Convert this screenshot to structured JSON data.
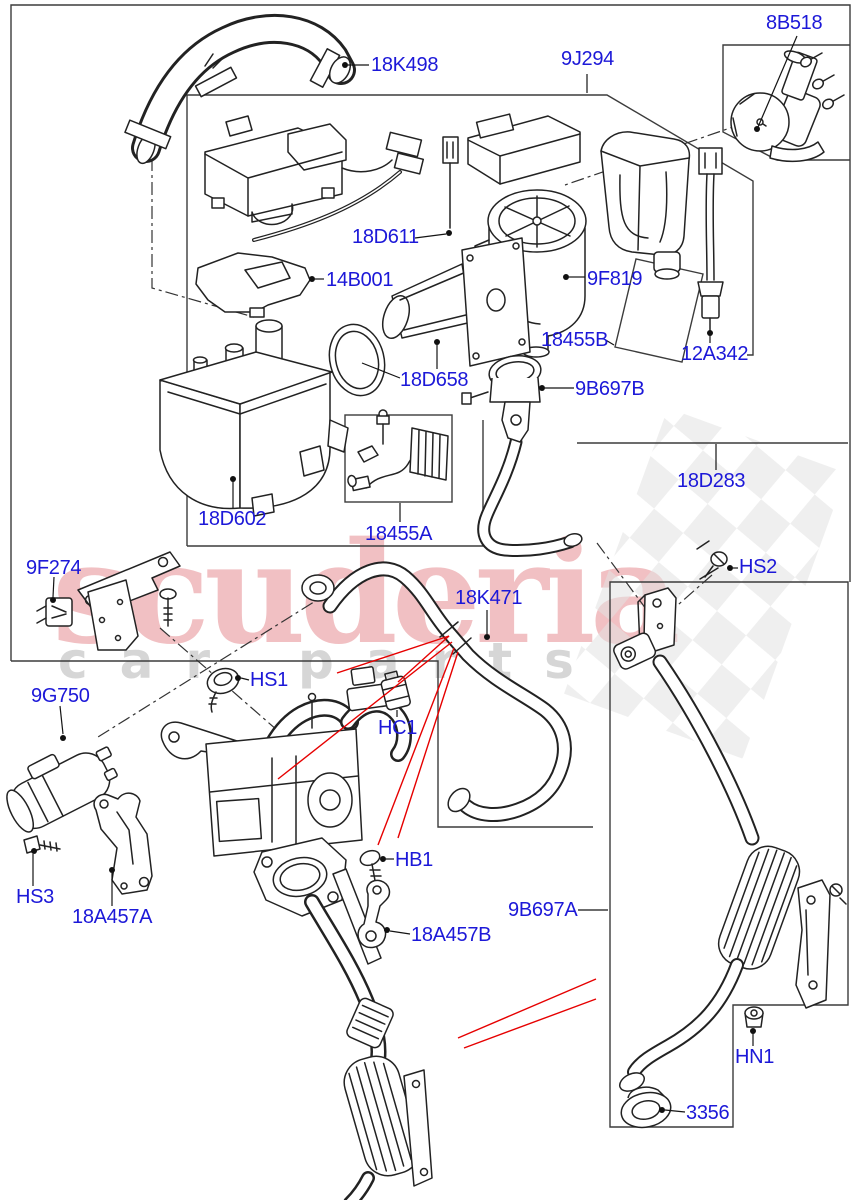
{
  "watermark": {
    "brand": "scuderia",
    "sub1": "car",
    "sub2": "parts"
  },
  "colors": {
    "label_blue": "#1c18d8",
    "line_black": "#222222",
    "locator_red": "#e60000",
    "watermark_pink": "#d7444c",
    "watermark_gray": "#d6d6d6",
    "checker_gray": "#e2e2e2"
  },
  "labels": [
    {
      "id": "18K498",
      "text": "18K498"
    },
    {
      "id": "9J294",
      "text": "9J294"
    },
    {
      "id": "8B518",
      "text": "8B518"
    },
    {
      "id": "18D611",
      "text": "18D611"
    },
    {
      "id": "14B001",
      "text": "14B001"
    },
    {
      "id": "9F819",
      "text": "9F819"
    },
    {
      "id": "18455B",
      "text": "18455B"
    },
    {
      "id": "12A342",
      "text": "12A342"
    },
    {
      "id": "18D658",
      "text": "18D658"
    },
    {
      "id": "9B697B",
      "text": "9B697B"
    },
    {
      "id": "18D283",
      "text": "18D283"
    },
    {
      "id": "18455A",
      "text": "18455A"
    },
    {
      "id": "18D602",
      "text": "18D602"
    },
    {
      "id": "9F274",
      "text": "9F274"
    },
    {
      "id": "HS2",
      "text": "HS2"
    },
    {
      "id": "18K471",
      "text": "18K471"
    },
    {
      "id": "9G750",
      "text": "9G750"
    },
    {
      "id": "HS1",
      "text": "HS1"
    },
    {
      "id": "HC1",
      "text": "HC1"
    },
    {
      "id": "HB1",
      "text": "HB1"
    },
    {
      "id": "HS3",
      "text": "HS3"
    },
    {
      "id": "18A457A",
      "text": "18A457A"
    },
    {
      "id": "18A457B",
      "text": "18A457B"
    },
    {
      "id": "9B697A",
      "text": "9B697A"
    },
    {
      "id": "HN1",
      "text": "HN1"
    },
    {
      "id": "3356",
      "text": "3356"
    }
  ]
}
